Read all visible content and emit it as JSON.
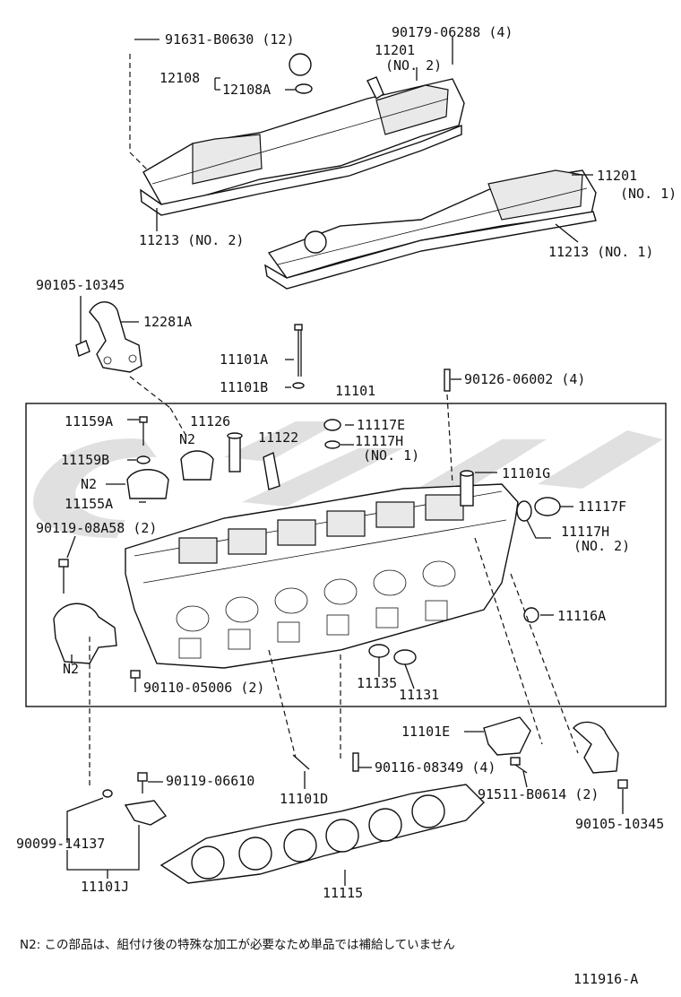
{
  "labels": {
    "p91631": "91631-B0630 (12)",
    "p90179": "90179-06288 (4)",
    "p12108": "12108",
    "p12108a": "12108A",
    "p11201_2": "11201",
    "p11201_2n": "(NO. 2)",
    "p11201_1": "11201",
    "p11201_1n": "(NO. 1)",
    "p11213_2": "11213 (NO. 2)",
    "p11213_1": "11213 (NO. 1)",
    "p90105a": "90105-10345",
    "p12281a": "12281A",
    "p11101a": "11101A",
    "p11101b": "11101B",
    "p11101": "11101",
    "p90126": "90126-06002 (4)",
    "p11159a": "11159A",
    "p11126": "11126",
    "p11117e": "11117E",
    "p11117h1": "11117H",
    "p11117h1n": "(NO. 1)",
    "pn2a": "N2",
    "p11122": "11122",
    "p11159b": "11159B",
    "p11101g": "11101G",
    "pn2b": "N2",
    "p11155a": "11155A",
    "p11117f": "11117F",
    "p90119a": "90119-08A58 (2)",
    "p11117h2": "11117H",
    "p11117h2n": "(NO. 2)",
    "p11116a": "11116A",
    "pn2c": "N2",
    "p11135": "11135",
    "p11131": "11131",
    "p90110": "90110-05006 (2)",
    "p11101e": "11101E",
    "p90119b": "90119-06610",
    "p90116": "90116-08349 (4)",
    "p11101d": "11101D",
    "p91511": "91511-B0614 (2)",
    "p90105b": "90105-10345",
    "p90099": "90099-14137",
    "p11115": "11115",
    "p11101j": "11101J",
    "footnote": "N2: この部品は、組付け後の特殊な加工が必要なため単品では補給していません",
    "diagram_code": "111916-A"
  }
}
